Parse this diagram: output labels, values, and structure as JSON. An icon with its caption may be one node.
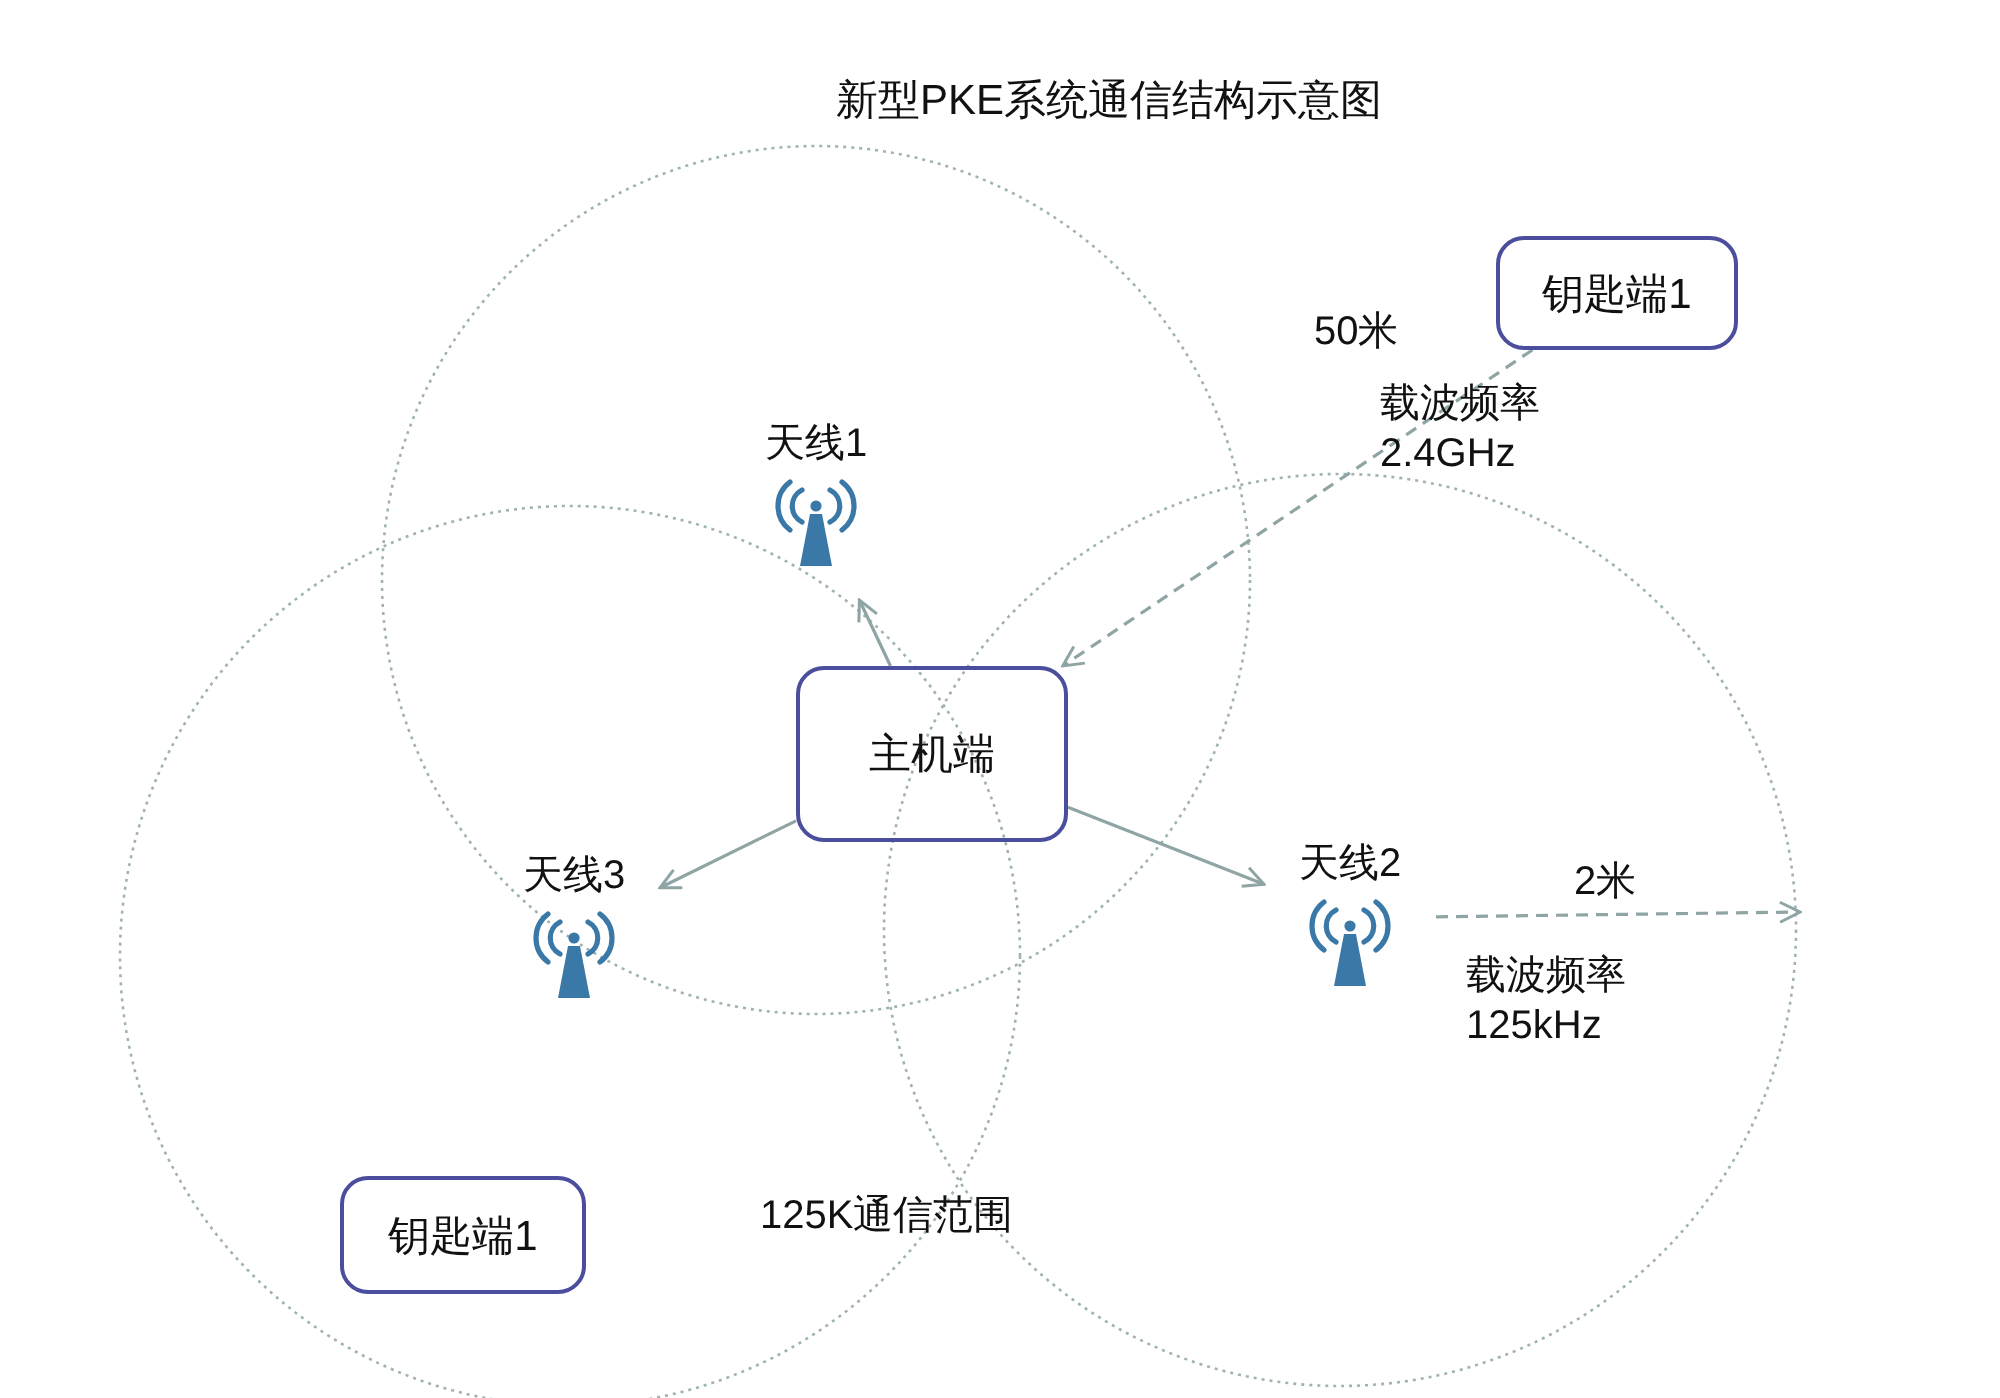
{
  "diagram": {
    "title": "新型PKE系统通信结构示意图",
    "nodes": [
      {
        "text": [
          "主机端"
        ]
      },
      {
        "text": [
          "天线1"
        ]
      },
      {
        "text": [
          "天线2"
        ]
      },
      {
        "text": [
          "天线3"
        ]
      },
      {
        "text": [
          "钥匙端1"
        ]
      },
      {
        "text": [
          "钥匙端1"
        ]
      }
    ],
    "edges": [
      {
        "from": 0,
        "to": 1,
        "arrow": "to"
      },
      {
        "from": 0,
        "to": 2,
        "arrow": "to"
      },
      {
        "from": 0,
        "to": 3,
        "arrow": "to"
      },
      {
        "from": 4,
        "to": 0,
        "arrow": "to",
        "label": "50米",
        "style": "dashed"
      },
      {
        "from": 2,
        "to": null,
        "arrow": "to",
        "label": "2米",
        "style": "dashed"
      }
    ],
    "labels": [
      "载波频率 2.4GHz",
      "载波频率 125kHz",
      "125K通信范围"
    ]
  }
}
